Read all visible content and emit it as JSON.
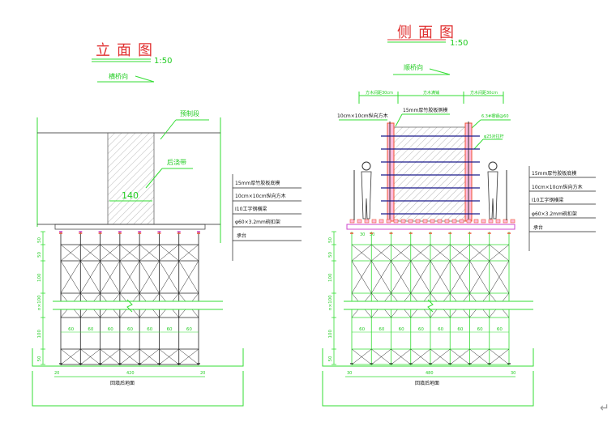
{
  "elevation": {
    "title": "立面图",
    "scale": "1:50",
    "direction": "横桥向",
    "label_precast": "预制段",
    "label_post_pour": "后浇带",
    "post_pour_width": "140",
    "legend": [
      "15mm厚竹胶板底模",
      "10cm×10cm纵向方木",
      "I10工字钢横梁",
      "φ60×3.2mm碗扣架",
      "承台"
    ],
    "vertical_dims": [
      "50",
      "50",
      "100",
      "n×100",
      "100",
      "50"
    ],
    "bay_dims": [
      "60",
      "60",
      "60",
      "60",
      "60",
      "60",
      "60"
    ],
    "bottom_dims": [
      "20",
      "420",
      "20"
    ],
    "ground_label": "回填后地面"
  },
  "side": {
    "title": "侧面图",
    "scale": "1:50",
    "direction": "顺桥向",
    "top_dims": [
      "方木间距30cm",
      "方木满铺",
      "方木间距30cm"
    ],
    "label_timber": "10cm×10cm纵向方木",
    "label_formwork": "15mm厚竹胶板侧模",
    "label_channel": "6.3#槽钢@60",
    "label_tie_rod": "φ25对拉杆",
    "legend": [
      "15mm厚竹胶板底模",
      "10cm×10cm纵向方木",
      "I10工字钢横梁",
      "φ60×3.2mm碗扣架",
      "承台"
    ],
    "small_dims": [
      "30",
      "30"
    ],
    "vertical_dims": [
      "50",
      "50",
      "100",
      "n×100",
      "100",
      "50"
    ],
    "bay_dims": [
      "60",
      "60",
      "60",
      "60",
      "60",
      "60",
      "60",
      "60"
    ],
    "bottom_dims": [
      "30",
      "480",
      "30"
    ],
    "ground_label": "回填后地面"
  },
  "colors": {
    "line": "#33dd33",
    "title": "#e03030",
    "frame": "#222222",
    "beam": "#cc44cc",
    "tie": "#1a1a8c",
    "timber": "#ee5533"
  }
}
